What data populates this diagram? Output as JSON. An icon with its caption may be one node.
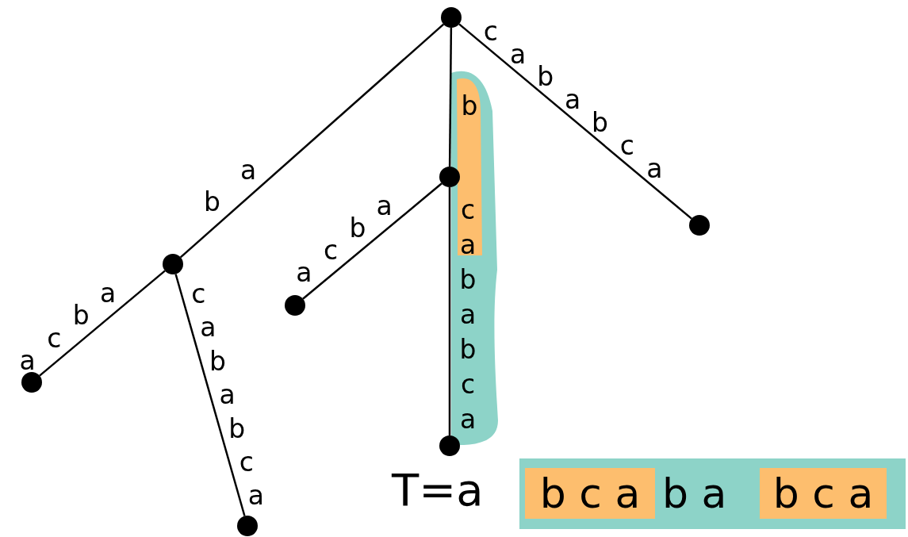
{
  "diagram": {
    "nodes": [
      {
        "text": [],
        "shape": "circle"
      },
      {
        "text": [],
        "shape": "circle"
      },
      {
        "text": [],
        "shape": "circle"
      },
      {
        "text": [],
        "shape": "circle"
      },
      {
        "text": [],
        "shape": "circle"
      },
      {
        "text": [],
        "shape": "circle"
      },
      {
        "text": [],
        "shape": "circle"
      },
      {
        "text": [],
        "shape": "circle"
      }
    ],
    "edges": [
      {
        "from": 0,
        "to": 1,
        "arrow": "none",
        "label": "ab"
      },
      {
        "from": 0,
        "to": 2,
        "arrow": "none",
        "label": "b"
      },
      {
        "from": 0,
        "to": 3,
        "arrow": "none",
        "label": "cababca"
      },
      {
        "from": 2,
        "to": 4,
        "arrow": "none",
        "label": "abca"
      },
      {
        "from": 1,
        "to": 5,
        "arrow": "none",
        "label": "abca"
      },
      {
        "from": 2,
        "to": 6,
        "arrow": "none",
        "label": "cababca"
      },
      {
        "from": 1,
        "to": 7,
        "arrow": "none",
        "label": "cababca"
      }
    ],
    "labels": [
      "T=a",
      "b c a",
      "b a",
      "b c a"
    ]
  }
}
